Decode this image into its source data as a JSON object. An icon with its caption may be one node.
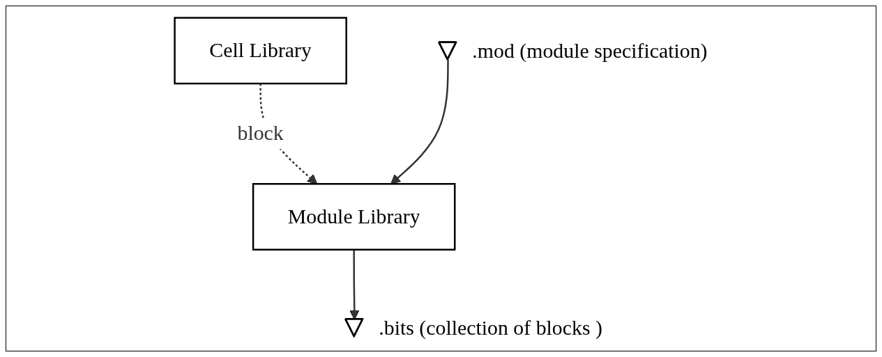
{
  "diagram": {
    "nodes": [
      {
        "text": [],
        "shape": "triangle",
        "beside": [
          ".mod (module specification)"
        ]
      },
      {
        "text": [
          "Cell Library"
        ]
      },
      {
        "text": [
          "Module Library"
        ]
      },
      {
        "text": [],
        "shape": "triangle",
        "beside": [
          ".bits (collection of blocks )"
        ]
      }
    ],
    "edges": [
      {
        "from": 1,
        "to": 2,
        "arrow": "to",
        "label": "block",
        "style": "dashed"
      },
      {
        "from": 0,
        "to": 2,
        "arrow": "to"
      },
      {
        "from": 2,
        "to": 3,
        "arrow": "to"
      }
    ]
  }
}
